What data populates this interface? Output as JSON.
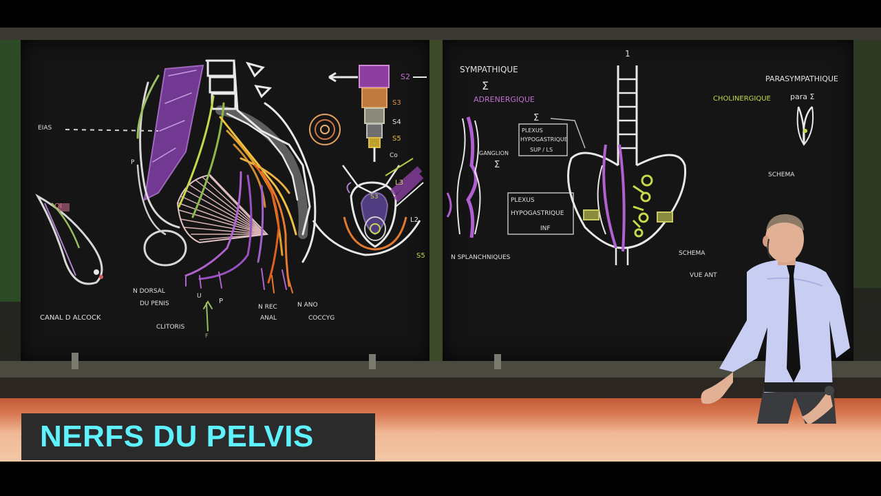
{
  "video": {
    "title_caption": "NERFS DU PELVIS"
  },
  "left_board": {
    "labels": {
      "eias": "EIAS",
      "oi": "OI",
      "p": "P",
      "canal": "CANAL D ALCOCK",
      "dorsal": "N DORSAL",
      "du_penis": "DU PENIS",
      "u": "U",
      "p2": "P",
      "clitoris": "CLITORIS",
      "f": "F",
      "n_rect": "N REC",
      "anal": "ANAL",
      "n_ano": "N ANO",
      "coccyg": "COCCYG",
      "s2": "S2",
      "s3": "S3",
      "s4": "S4",
      "s5": "S5",
      "co": "Co",
      "l3": "L3",
      "l2": "L2",
      "s3b": "S3",
      "s5b": "S5"
    }
  },
  "right_board": {
    "labels": {
      "sympathique": "SYMPATHIQUE",
      "sigma1": "Σ",
      "adrenergique": "ADRENERGIQUE",
      "sigma2": "Σ",
      "plexus_sup_1": "PLEXUS",
      "plexus_sup_2": "HYPOGASTRIQUE",
      "plexus_sup_3": "SUP / LS",
      "ganglion": "GANGLION",
      "sigma3": "Σ",
      "plexus_inf_1": "PLEXUS",
      "plexus_inf_2": "HYPOGASTRIQUE",
      "plexus_inf_3": "INF",
      "splanchniques": "N SPLANCHNIQUES",
      "one": "1",
      "parasympathique": "PARASYMPATHIQUE",
      "cholinergique": "CHOLINERGIQUE",
      "para_sigma": "para Σ",
      "schema1": "SCHEMA",
      "schema2": "SCHEMA",
      "vue_ant": "VUE ANT"
    }
  }
}
